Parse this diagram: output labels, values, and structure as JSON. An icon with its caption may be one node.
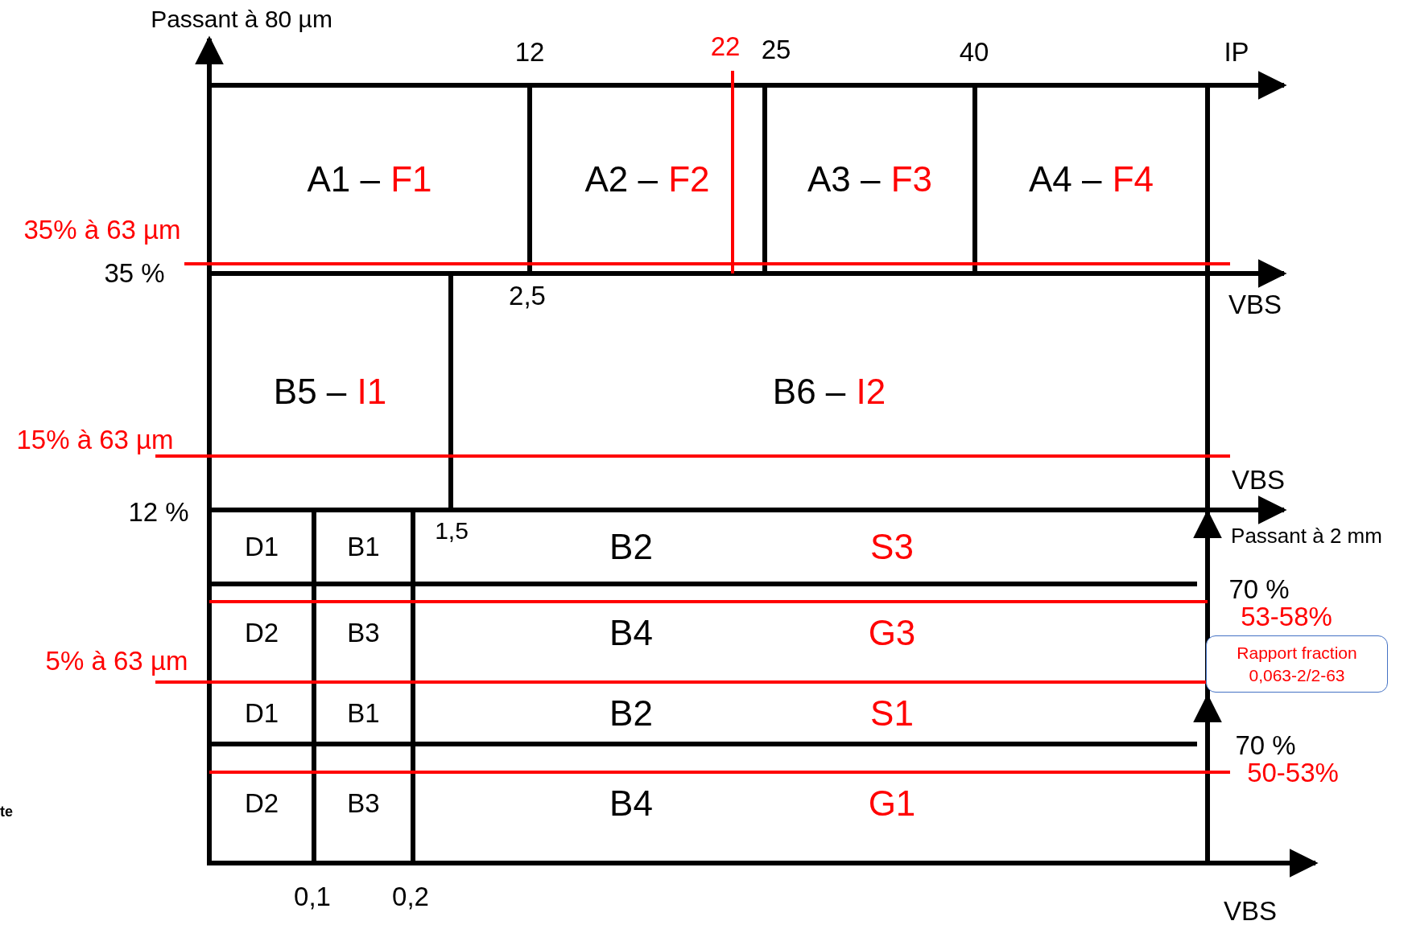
{
  "diagram": {
    "nodes": [
      {
        "text": [
          "A1 –",
          "F1"
        ]
      },
      {
        "text": [
          "A2 –",
          "F2"
        ]
      },
      {
        "text": [
          "A3 –",
          "F3"
        ]
      },
      {
        "text": [
          "A4 –",
          "F4"
        ]
      },
      {
        "text": [
          "B5 –",
          "I1"
        ]
      },
      {
        "text": [
          "B6 –",
          "I2"
        ]
      },
      {
        "text": [
          "D1"
        ]
      },
      {
        "text": [
          "B1"
        ]
      },
      {
        "text": [
          "B2",
          "S3"
        ]
      },
      {
        "text": [
          "D2"
        ]
      },
      {
        "text": [
          "B3"
        ]
      },
      {
        "text": [
          "B4",
          "G3"
        ]
      },
      {
        "text": [
          "D1"
        ]
      },
      {
        "text": [
          "B1"
        ]
      },
      {
        "text": [
          "B2",
          "S1"
        ]
      },
      {
        "text": [
          "D2"
        ]
      },
      {
        "text": [
          "B3"
        ]
      },
      {
        "text": [
          "B4",
          "G1"
        ]
      },
      {
        "text": [
          "Rapport fraction 0,063-2/2-63"
        ]
      }
    ],
    "labels": [
      "Passant à 80 µm",
      "12",
      "22",
      "25",
      "40",
      "IP",
      "35% à 63 µm",
      "35 %",
      "2,5",
      "VBS",
      "15% à 63 µm",
      "VBS",
      "12 %",
      "1,5",
      "Passant à 2 mm",
      "70 %",
      "53-58%",
      "5% à 63 µm",
      "70 %",
      "50-53%",
      "te",
      "0,1",
      "0,2",
      "VBS"
    ]
  }
}
